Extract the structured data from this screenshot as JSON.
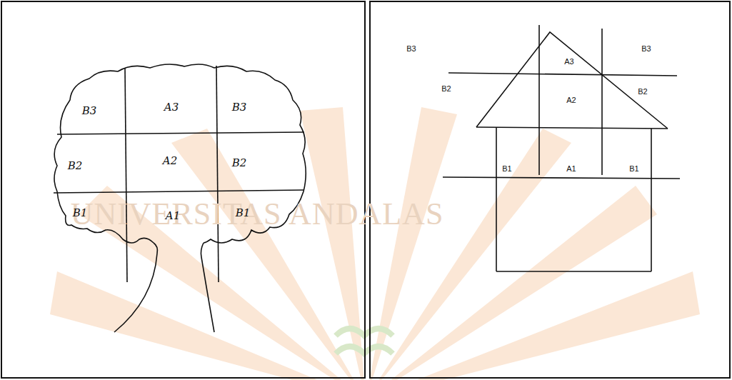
{
  "diagram": {
    "labels": [
      "B3",
      "A3",
      "B3",
      "B2",
      "A2",
      "B2",
      "B1",
      "A1",
      "B1",
      "B3",
      "A3",
      "B3",
      "B2",
      "B2",
      "A2",
      "B1",
      "A1",
      "B1",
      "UNIVERSITAS ANDALAS"
    ]
  }
}
